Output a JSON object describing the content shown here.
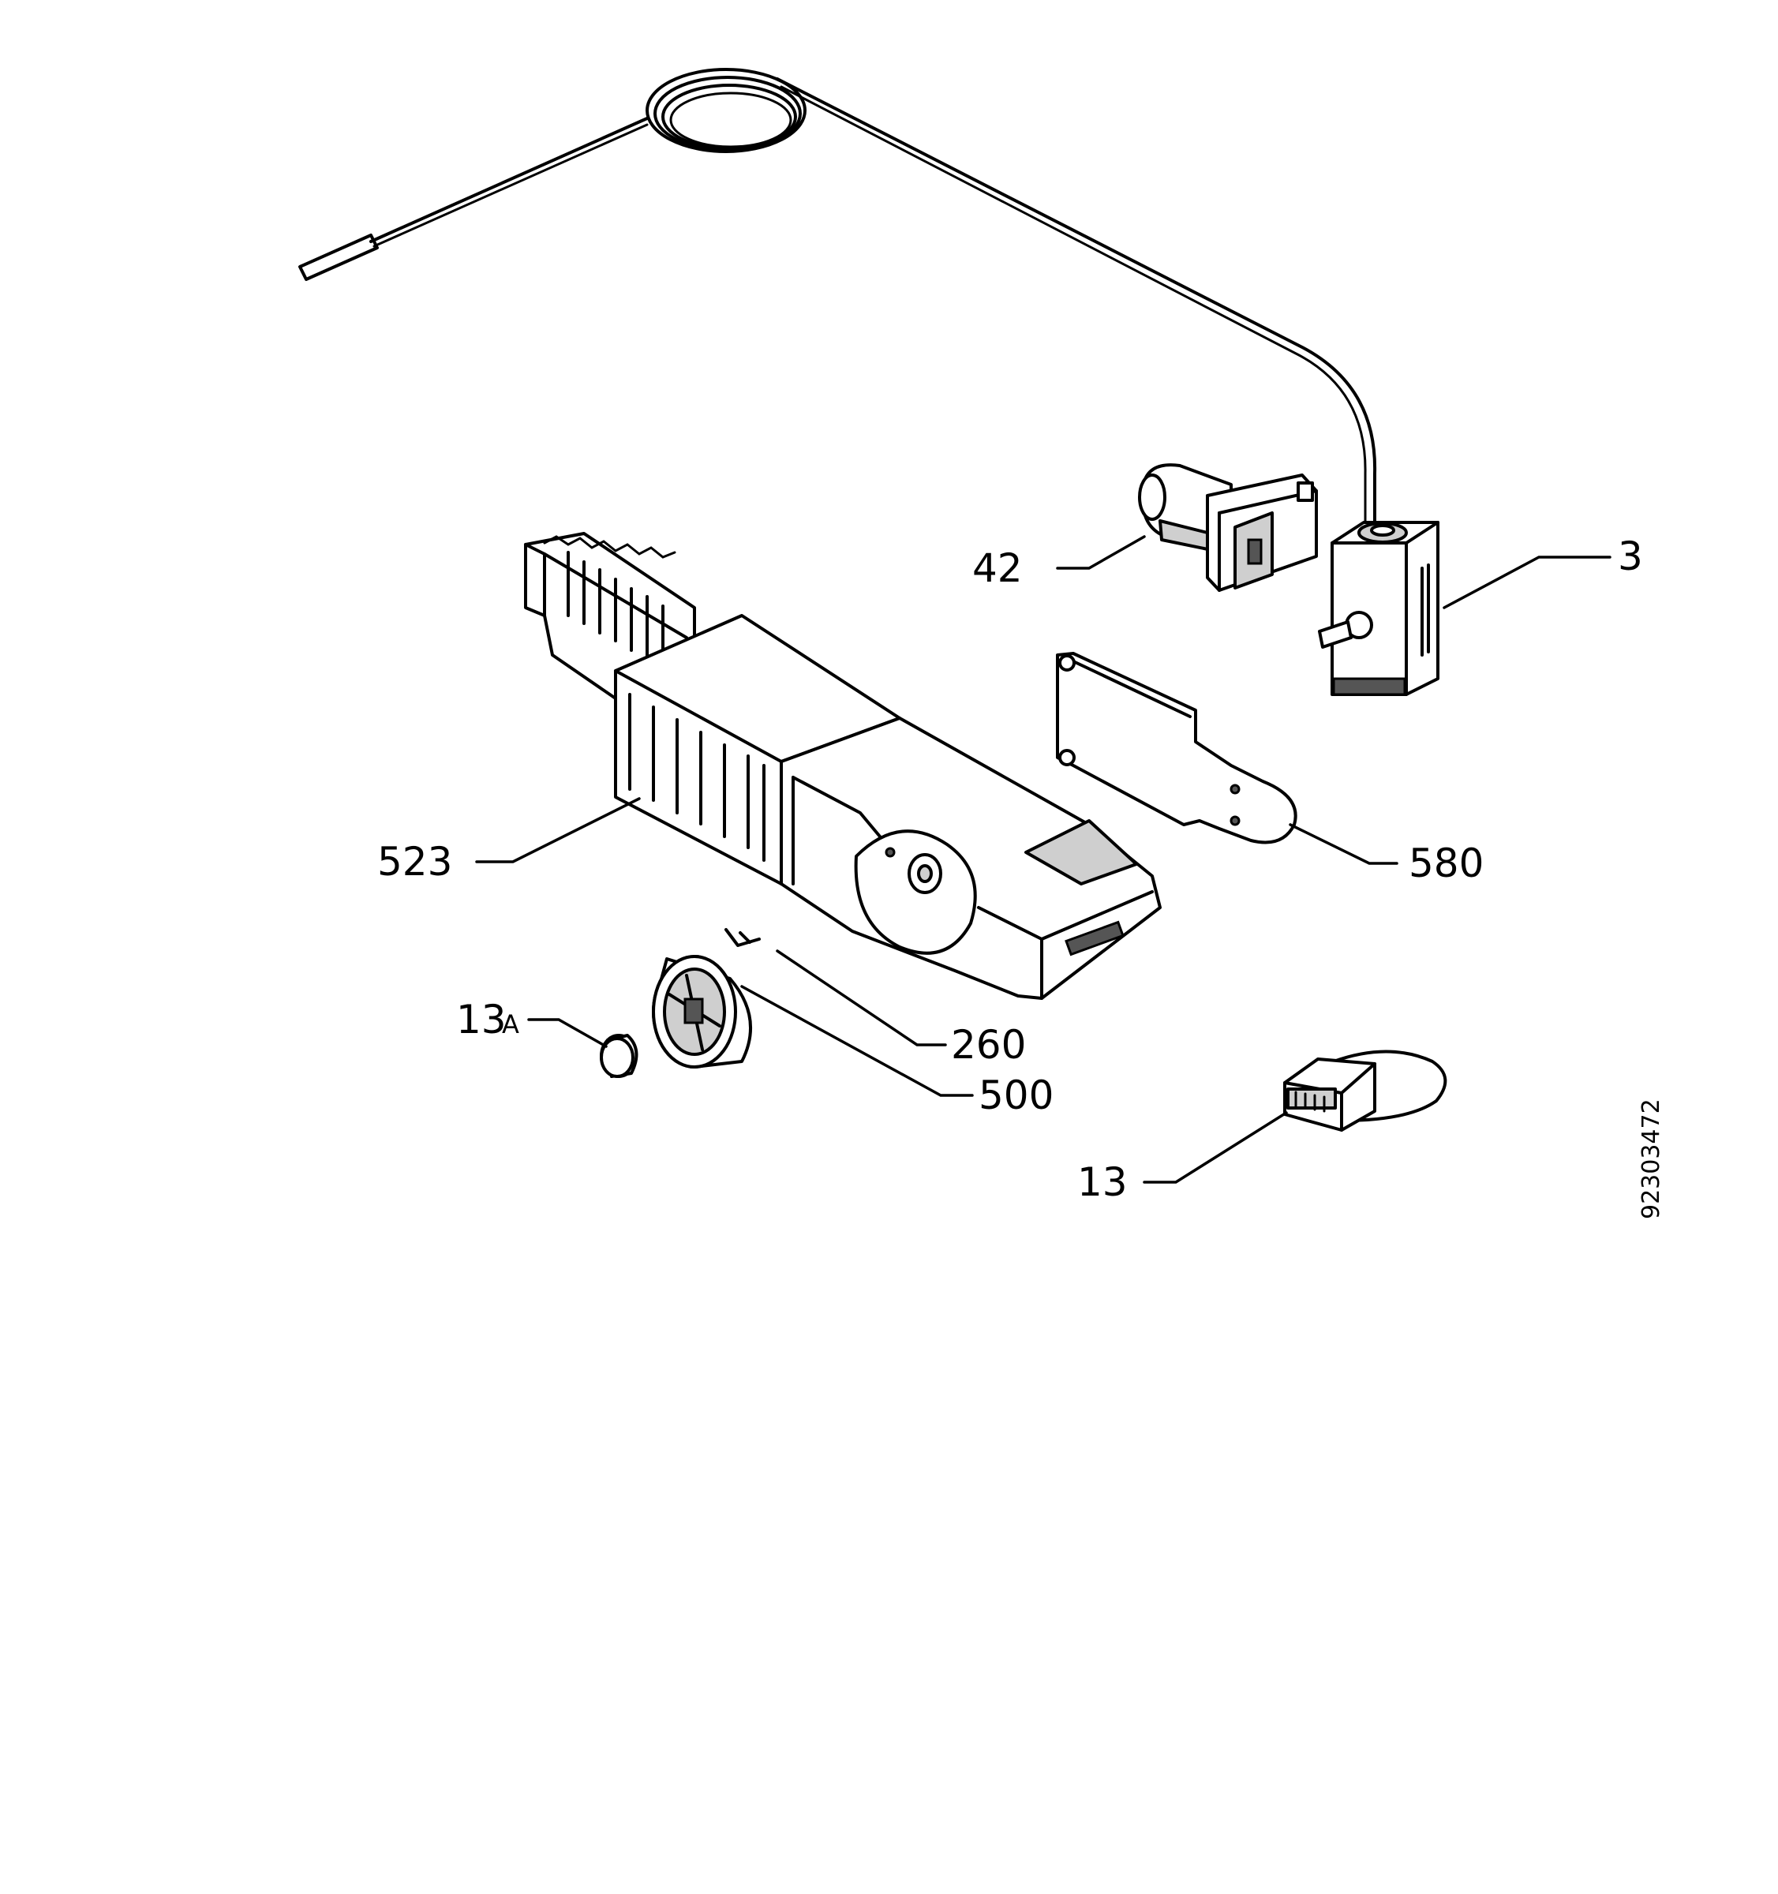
{
  "labels": {
    "p3": "3",
    "p42": "42",
    "p523": "523",
    "p580": "580",
    "p260": "260",
    "p500": "500",
    "p13a_num": "13",
    "p13a_suffix": "A",
    "p13": "13"
  },
  "document_number": "92303472",
  "colors": {
    "line": "#000000",
    "shade": "#cfcfcf",
    "background": "#ffffff"
  }
}
